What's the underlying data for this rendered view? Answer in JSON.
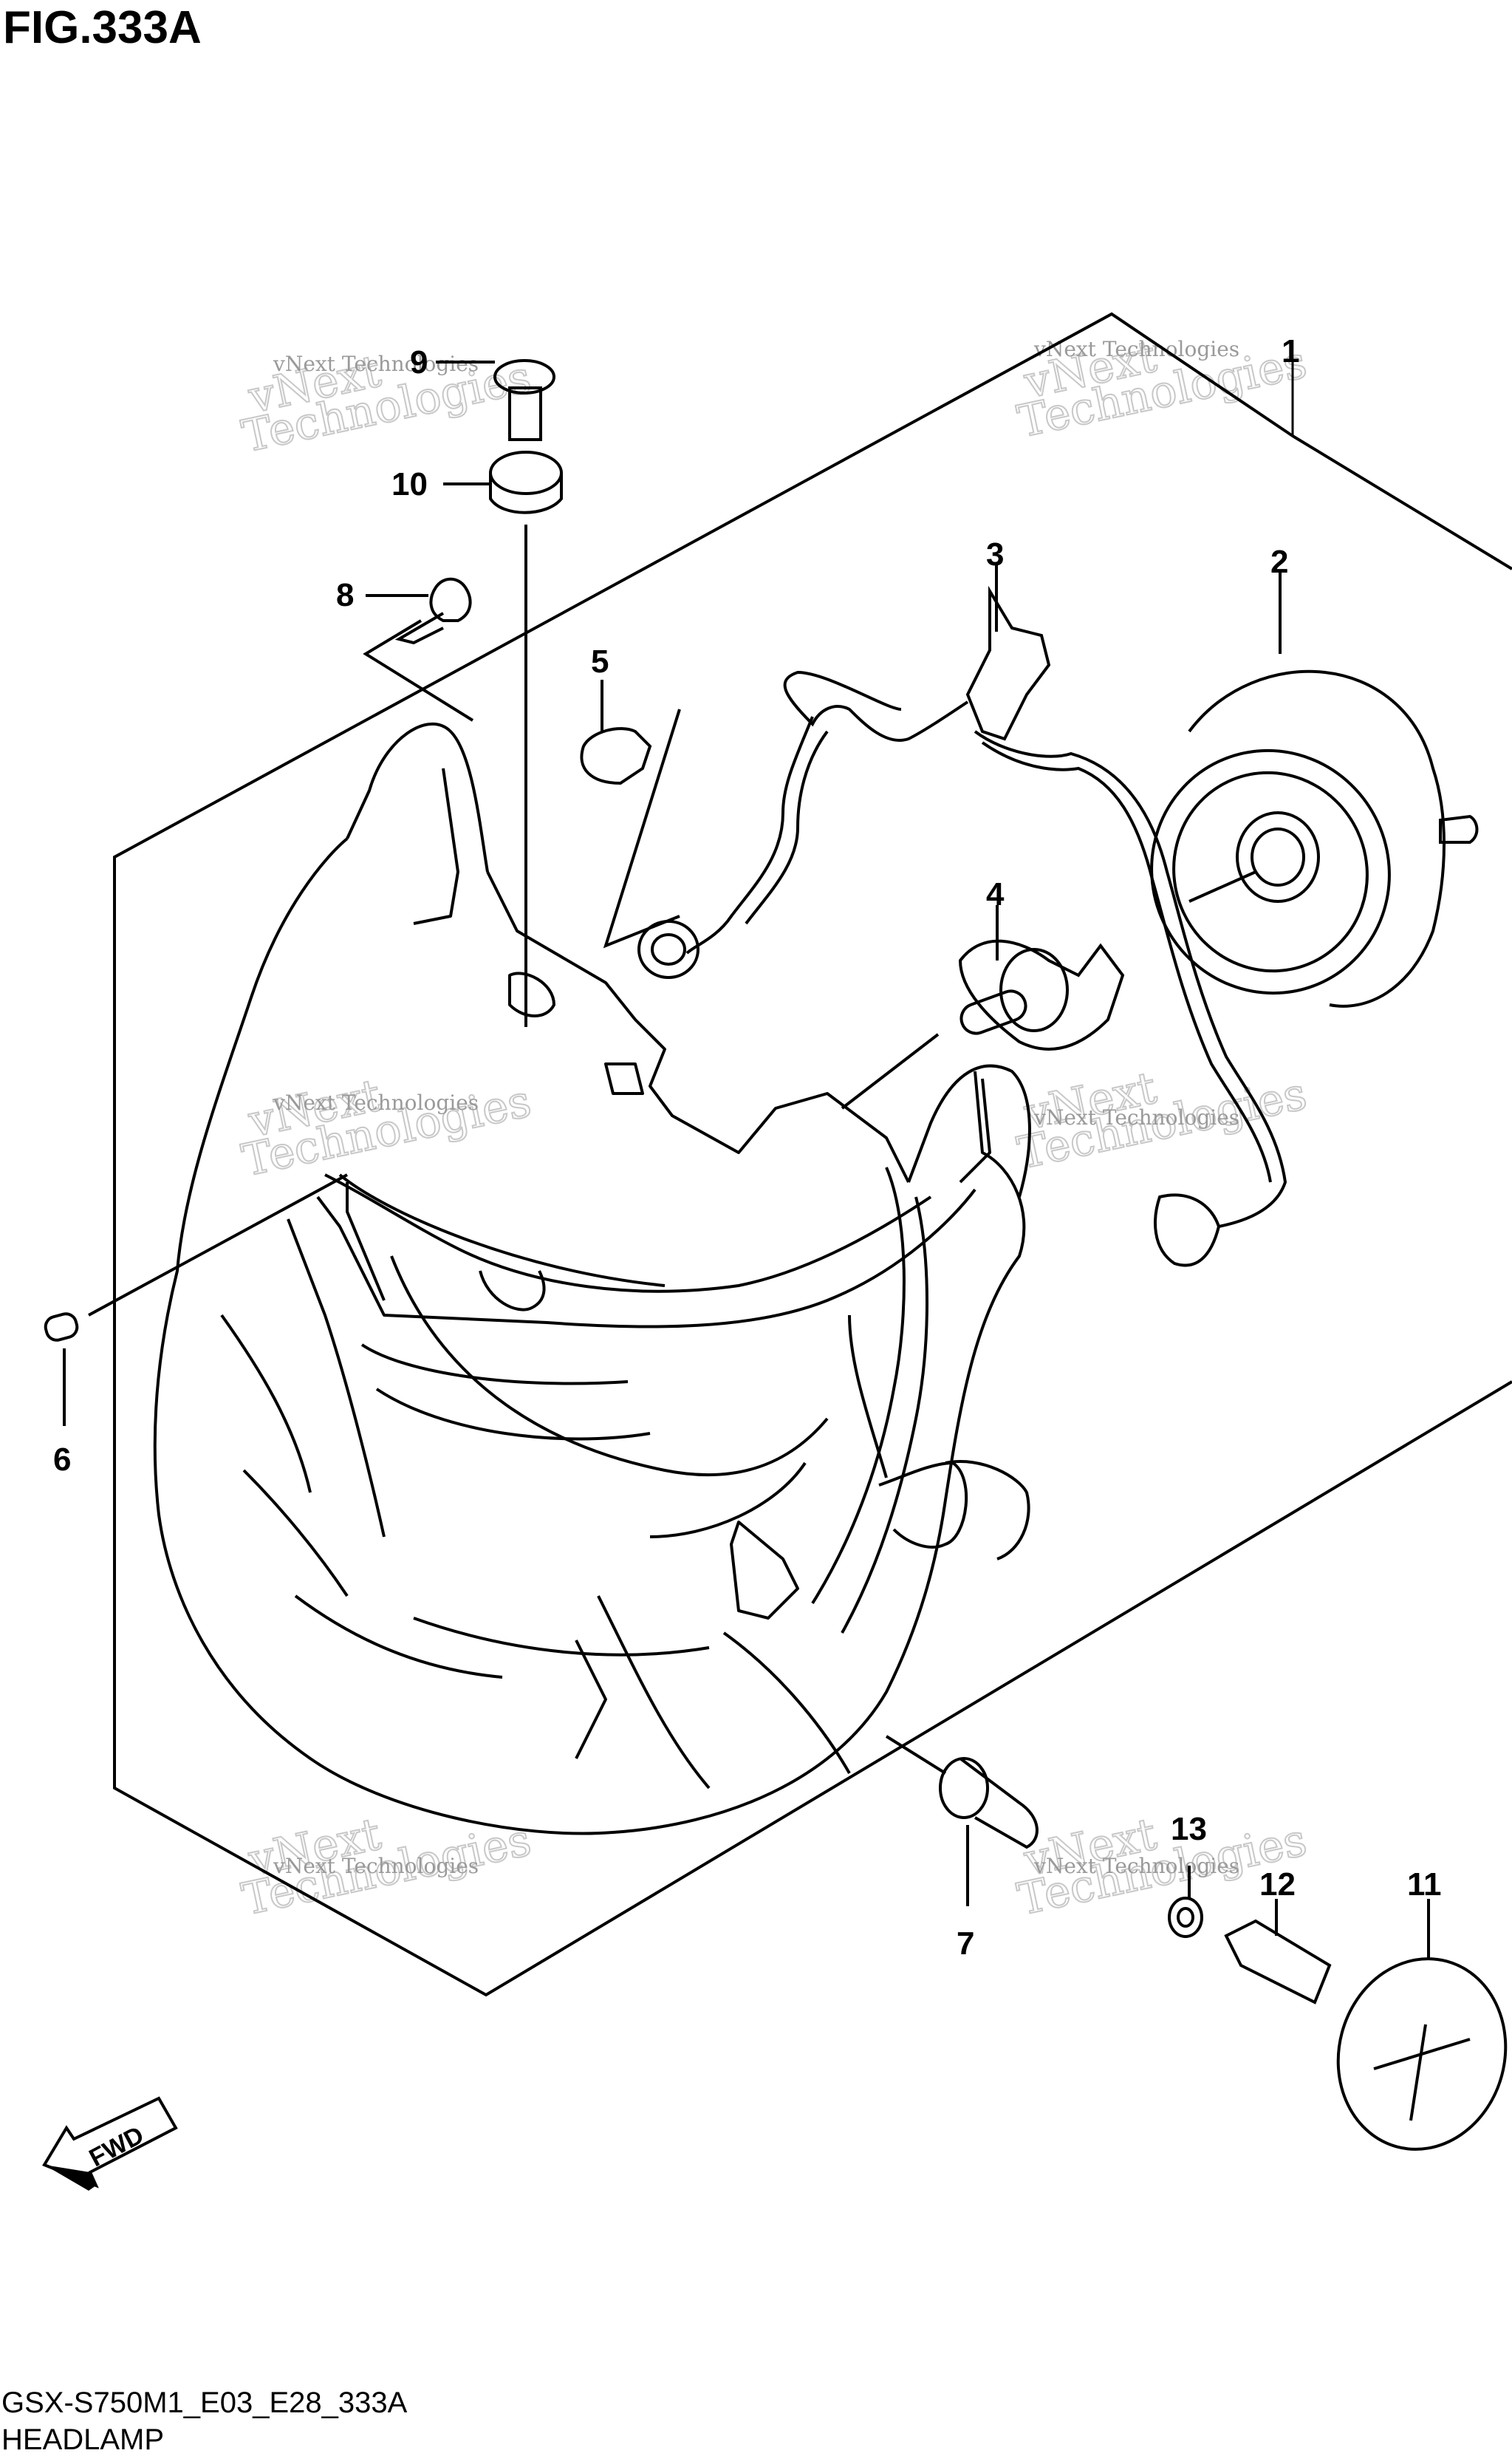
{
  "figure": {
    "title": "FIG.333A",
    "code": "GSX-S750M1_E03_E28_333A",
    "name": "HEADLAMP",
    "fwd_label": "FWD"
  },
  "callouts": [
    "1",
    "2",
    "3",
    "4",
    "5",
    "6",
    "7",
    "8",
    "9",
    "10",
    "11",
    "12",
    "13"
  ],
  "watermark": {
    "line1": "vNext Technologies",
    "line2": "vNext",
    "line3": "Technologies"
  }
}
